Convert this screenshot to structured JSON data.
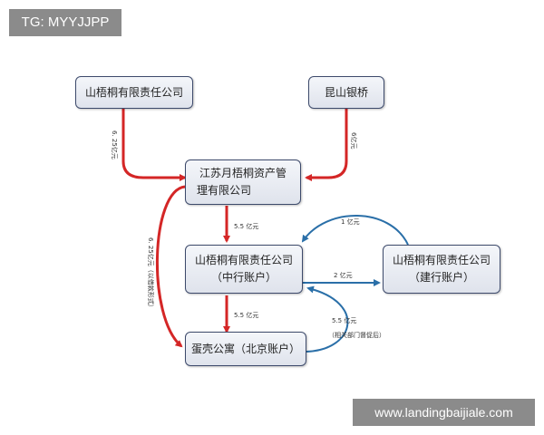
{
  "watermarks": {
    "top_left": "TG: MYYJJPP",
    "bottom_right": "www.landingbaijiale.com"
  },
  "nodes": {
    "shanwutong_top": "山梧桐有限责任公司",
    "kunshan_bank": "昆山银桥",
    "jiangsu": {
      "line1": "江苏月梧桐资产管",
      "line2": "理有限公司"
    },
    "shanwutong_zhonghang": {
      "line1": "山梧桐有限责任公司",
      "line2": "（中行账户）"
    },
    "shanwutong_jianhang": {
      "line1": "山梧桐有限责任公司",
      "line2": "（建行账户）"
    },
    "danke": "蛋壳公寓（北京账户）"
  },
  "edges": {
    "e1": "6. 25亿元",
    "e2": "6亿元",
    "e3": "5.5 亿元",
    "e4": "6. 25亿元（以借款形式）",
    "e5": "1 亿元",
    "e6": "2 亿元",
    "e7": "5.5 亿元",
    "e8_line1": "5.5 亿元",
    "e8_line2": "（相关部门督促后）"
  },
  "colors": {
    "red_arrow": "#d42626",
    "blue_arrow": "#2a6fa8",
    "node_border": "#3d4a6b"
  }
}
